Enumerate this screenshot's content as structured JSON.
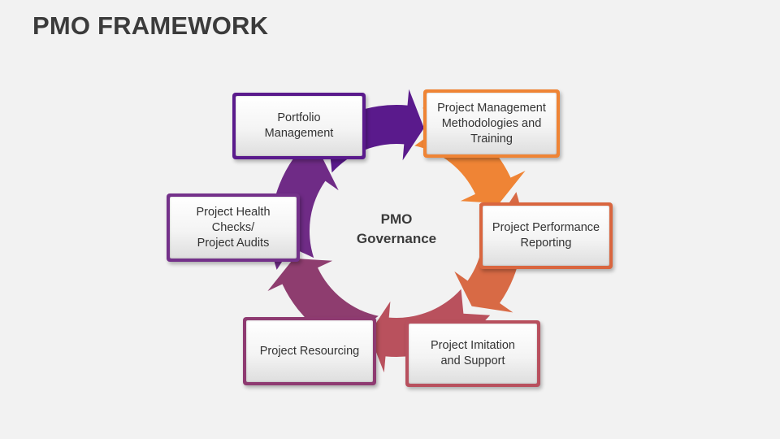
{
  "title": "PMO FRAMEWORK",
  "center": {
    "line1": "PMO",
    "line2": "Governance"
  },
  "colors": {
    "purple_dark": "#5a1a8c",
    "orange": "#ef8435",
    "orange_red": "#d86a45",
    "rose": "#b9515d",
    "mauve": "#8e3d6f",
    "purple_mid": "#6f2b86"
  },
  "nodes": [
    {
      "label": "Portfolio\nManagement",
      "color": "#5a1a8c"
    },
    {
      "label": "Project Management\nMethodologies and\nTraining",
      "color": "#ef8435"
    },
    {
      "label": "Project Performance\nReporting",
      "color": "#d9663f"
    },
    {
      "label": "Project Imitation\nand Support",
      "color": "#b8505e"
    },
    {
      "label": "Project Resourcing",
      "color": "#8e3a71"
    },
    {
      "label": "Project Health\nChecks/\nProject Audits",
      "color": "#74318a"
    }
  ]
}
